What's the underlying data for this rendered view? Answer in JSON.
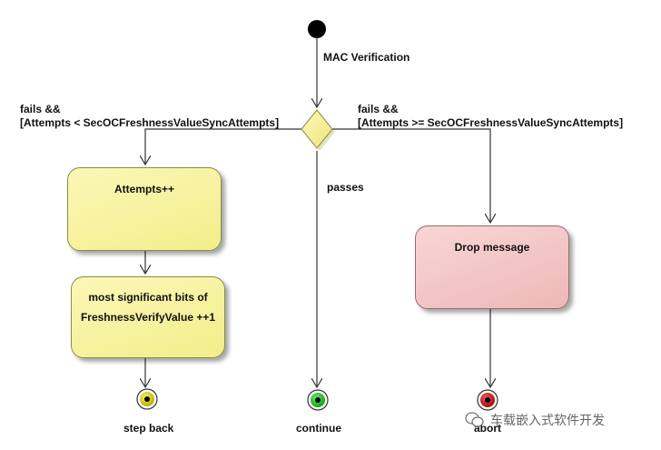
{
  "diagram": {
    "edge_mac": "MAC Verification",
    "edge_fail_left_1": "fails &&",
    "edge_fail_left_2": "[Attempts < SecOCFreshnessValueSyncAttempts]",
    "edge_fail_right_1": "fails &&",
    "edge_fail_right_2": "[Attempts >= SecOCFreshnessValueSyncAttempts]",
    "edge_pass": "passes",
    "action_attempts": "Attempts++",
    "action_msb_1": "most significant bits of",
    "action_msb_2": "FreshnessVerifyValue ++1",
    "action_drop": "Drop message",
    "final_step_back": "step back",
    "final_continue": "continue",
    "final_abort": "abort"
  },
  "watermark": {
    "text": "车载嵌入式软件开发"
  },
  "colors": {
    "action_yellow": "#f3ee8a",
    "action_pink": "#efb7b7",
    "final_yellow": "#d8d000",
    "final_green": "#1fb81f",
    "final_red": "#c81414"
  }
}
